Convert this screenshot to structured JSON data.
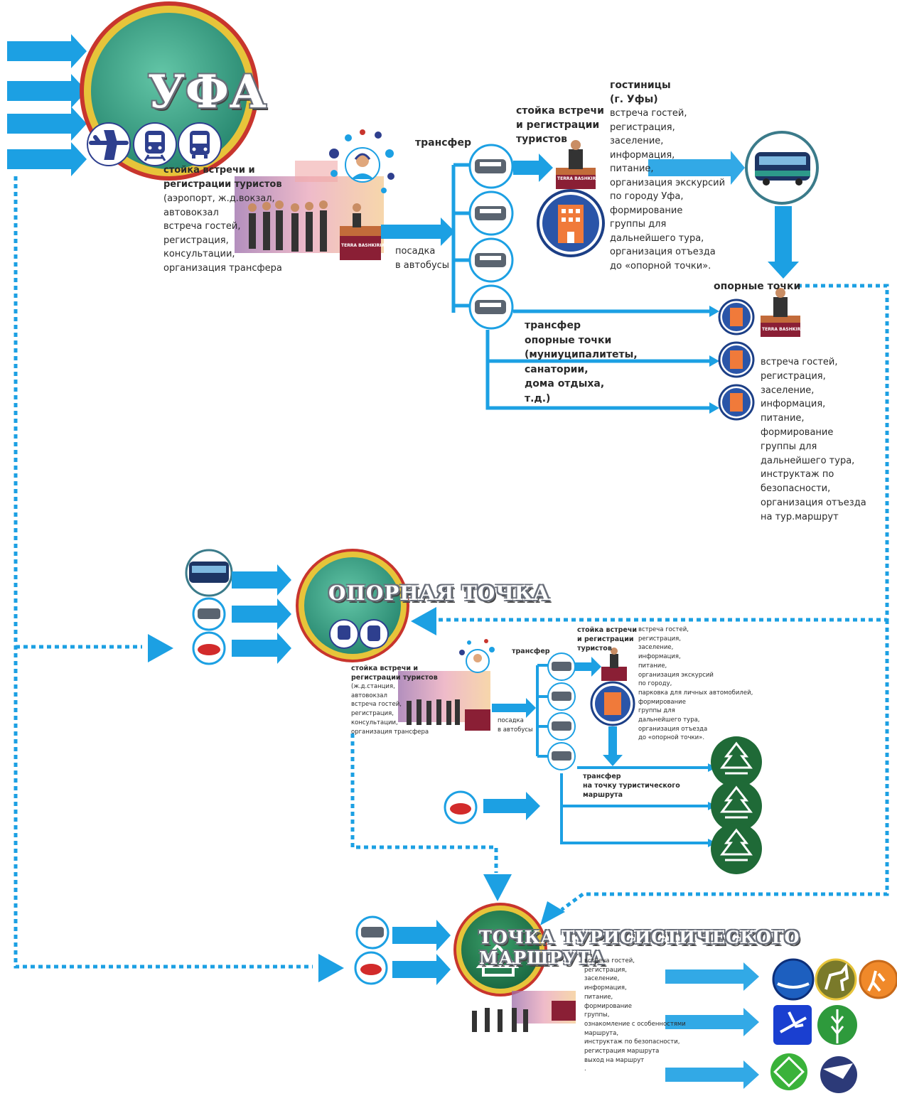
{
  "hub_ufa": {
    "title": "УФА"
  },
  "hub_support": {
    "title": "ОПОРНАЯ ТОЧКА"
  },
  "hub_route": {
    "title": "ТОЧКА ТУРИСИСТИЧЕСКОГО МАРШРУТА"
  },
  "desk_ufa": {
    "heading": "стойка встречи и\nрегистрации туристов",
    "body": "(аэропорт, ж.д.вокзал,\nавтовокзал\nвстреча гостей,\nрегистрация,\nконсультации,\nорганизация трансфера"
  },
  "labels_ufa": {
    "transfer": "трансфер",
    "boarding": "посадка\nв автобусы",
    "desk2": "стойка встречи\nи регистрации\nтуристов",
    "hotels_heading": "гостиницы\n(г. Уфы)",
    "hotels_body": "встреча гостей,\nрегистрация,\nзаселение,\nинформация,\nпитание,\nорганизация экскурсий\nпо городу Уфа,\nформирование\nгруппы для\nдальнейшего тура,\nорганизация отъезда\nдо «опорной точки».",
    "support_points": "опорные точки",
    "transfer_support": "трансфер\n опорные точки\n(муниуципалитеты,\nсанатории,\nдома отдыха,\nт.д.)",
    "support_body": "встреча гостей,\nрегистрация,\nзаселение,\nинформация,\nпитание,\nформирование\nгруппы для\nдальнейшего тура,\nинструктаж по безопасности,\nорганизация отъезда\nна тур.маршрут"
  },
  "desk_support": {
    "heading": "стойка встречи и\nрегистрации туристов",
    "body": "(ж.д.станция,\nавтовокзал\nвстреча гостей,\nрегистрация,\nконсультации,\nорганизация трансфера"
  },
  "labels_support": {
    "transfer": "трансфер",
    "boarding": "посадка\nв автобусы",
    "desk2": "стойка встречи\nи регистрации\nтуристов",
    "hotels_body": "встреча гостей,\nрегистрация,\nзаселение,\nинформация,\nпитание,\nорганизация экскурсий\nпо городу,\nпарковка для личных автомобилей,\nформирование\nгруппы для\nдальнейшего тура,\nорганизация отъезда\nдо «опорной точки».",
    "transfer_route": "трансфер\nна точку туристического\nмаршрута"
  },
  "labels_route": {
    "body": "встреча гостей,\nрегистрация,\nзаселение,\nинформация,\nпитание,\nформирование\nгруппы,\nознакомление с особенностями\nмаршрута,\nинструктаж по безопасности,\nрегистрация маршрута\nвыход на маршрут\n."
  },
  "banner": {
    "text": "TERRA BASHKIRIA"
  },
  "colors": {
    "arrow": "#1ca0e3",
    "hub_green": "#2a8a72",
    "ring_gold": "#e7c43a",
    "ring_red": "#c8352d",
    "icon_navy": "#2e3f8e",
    "forest": "#2d7a3c"
  }
}
